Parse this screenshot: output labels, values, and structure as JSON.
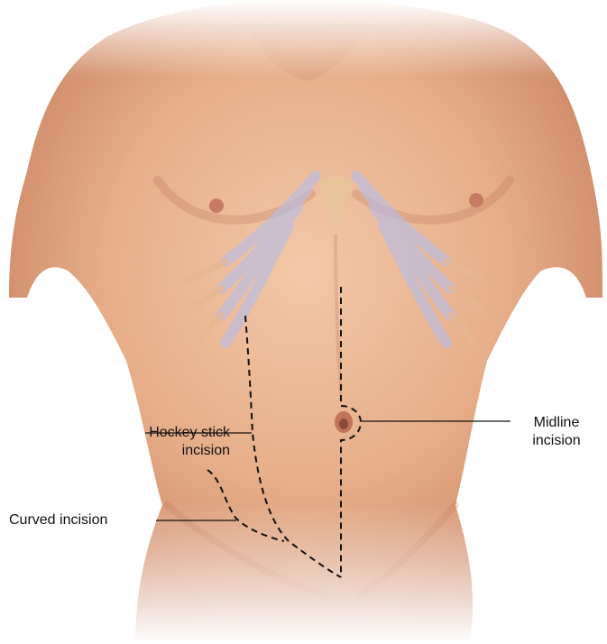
{
  "figure": {
    "subject": "anterior-torso",
    "labels": {
      "hockey_stick": "Hockey stick\nincision",
      "curved": "Curved incision",
      "midline": "Midline\nincision"
    },
    "colors": {
      "skin_light": "#f0c3a1",
      "skin_mid": "#dc9b77",
      "skin_shadow": "#b86d50",
      "rib": "#b8bde6",
      "cartilage": "#e7b791",
      "incision": "#111111"
    }
  }
}
